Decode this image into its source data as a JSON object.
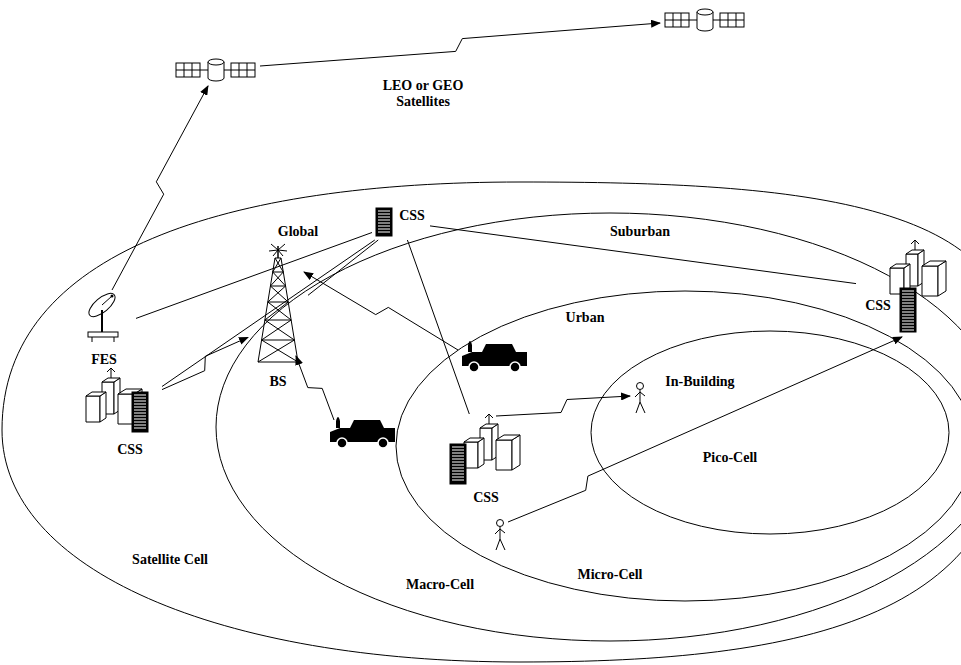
{
  "diagram": {
    "nodes": [
      {
        "text": [
          "Global",
          "Satellite Cell"
        ]
      },
      {
        "text": [
          "CSS"
        ],
        "in": 0
      },
      {
        "text": [
          "Suburban",
          "Macro-Cell"
        ],
        "in": 0
      },
      {
        "text": [
          "Urban",
          "Micro-Cell"
        ],
        "in": 2
      },
      {
        "text": [
          "In-Building",
          "Pico-Cell"
        ],
        "in": 3
      },
      {
        "text": [
          "FES"
        ],
        "in": 0
      },
      {
        "text": [
          "BS"
        ],
        "in": 2
      },
      {
        "text": [
          "CSS"
        ],
        "in": 3
      },
      {
        "text": [
          "CSS"
        ],
        "in": 0
      },
      {
        "text": [
          "CSS"
        ],
        "in": 0
      }
    ],
    "edges": [
      {
        "from": 1,
        "to": 5,
        "arrow": "none"
      },
      {
        "from": 1,
        "to": 9,
        "arrow": "none"
      },
      {
        "from": 1,
        "to": 6,
        "arrow": "none"
      },
      {
        "from": 1,
        "to": 7,
        "arrow": "none"
      },
      {
        "from": 1,
        "to": 8,
        "arrow": "none"
      },
      {
        "from": 9,
        "to": 6,
        "arrow": "to"
      }
    ],
    "labels": [
      "LEO or GEO Satellites"
    ]
  }
}
